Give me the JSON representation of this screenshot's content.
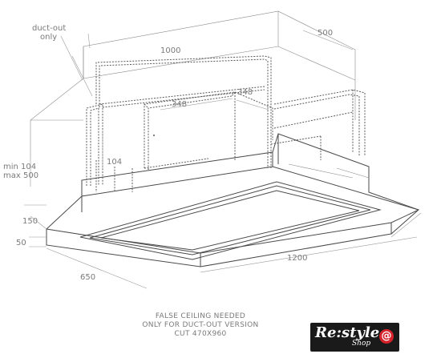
{
  "diagram": {
    "labels": {
      "duct_out_line1": "duct-out",
      "duct_out_line2": "only",
      "width_top": "1000",
      "depth_top": "500",
      "inner_348_a": "348",
      "inner_348_b": "348",
      "height_104": "104",
      "min_height": "min 104",
      "max_height": "max 500",
      "body_height": "150",
      "frame_height": "50",
      "depth_bottom": "650",
      "width_bottom": "1200"
    },
    "note": {
      "line1": "FALSE CEILING NEEDED",
      "line2": "ONLY FOR DUCT-OUT VERSION",
      "line3": "CUT 470X960"
    },
    "logo": {
      "brand": "Re:style",
      "sub": "Shop",
      "mark": "@"
    }
  }
}
